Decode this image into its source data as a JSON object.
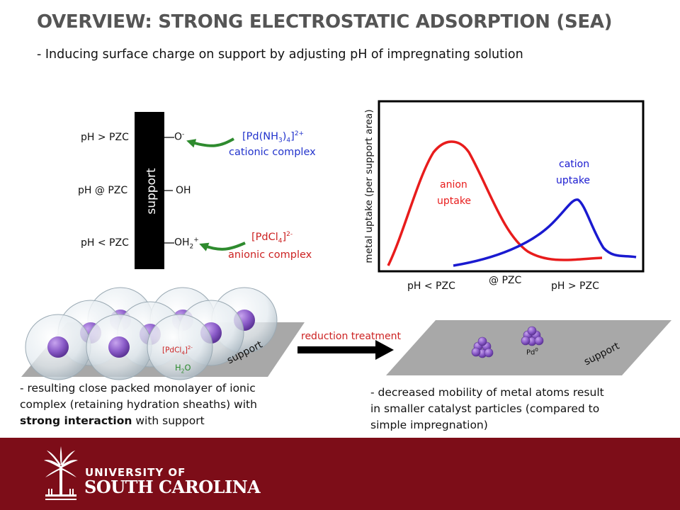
{
  "title": "OVERVIEW: STRONG ELECTROSTATIC ADSORPTION (SEA)",
  "subtitle": "- Inducing surface charge on support by adjusting pH of impregnating solution",
  "support_diagram": {
    "support_label": "support",
    "rows": [
      {
        "ph": "pH > PZC",
        "group_base": "O",
        "group_sup": "-"
      },
      {
        "ph": "pH @ PZC",
        "group_base": "OH",
        "group_sup": ""
      },
      {
        "ph": "pH < PZC",
        "group_base": "OH",
        "group_sub": "2",
        "group_sup": "+"
      }
    ],
    "cation_formula": {
      "a": "[Pd(NH",
      "sub1": "3",
      "b": ")",
      "sub2": "4",
      "c": "]",
      "sup": "2+"
    },
    "cation_label": "cationic complex",
    "anion_formula": {
      "a": "[PdCl",
      "sub": "4",
      "b": "]",
      "sup": "2-"
    },
    "anion_label": "anionic complex",
    "colors": {
      "cation": "#2233cc",
      "anion": "#cc2222",
      "arrow": "#2e8b2e",
      "support": "#000000"
    }
  },
  "chart": {
    "ylabel": "metal uptake (per support area)",
    "x_ticks": [
      "pH < PZC",
      "@ PZC",
      "pH > PZC"
    ],
    "anion_label_1": "anion",
    "anion_label_2": "uptake",
    "cation_label_1": "cation",
    "cation_label_2": "uptake",
    "colors": {
      "anion": "#e81c1c",
      "cation": "#1a1ad0"
    }
  },
  "monolayer": {
    "complex_formula": {
      "a": "[PdCl",
      "sub": "4",
      "b": "]",
      "sup": "2-"
    },
    "water_formula": {
      "a": "H",
      "sub": "2",
      "b": "O"
    },
    "support_label": "support"
  },
  "reduction": {
    "label": "reduction treatment",
    "particle_label": {
      "a": "Pd",
      "sup": "0"
    },
    "support_label": "support"
  },
  "left_text": {
    "line1": "- resulting close packed monolayer of ionic",
    "line2": "complex (retaining hydration sheaths) with",
    "line3_bold": "strong interaction",
    "line3_rest": " with support"
  },
  "right_text": {
    "line1": "- decreased mobility of metal atoms result",
    "line2": "in smaller catalyst particles (compared to",
    "line3": "simple impregnation)"
  },
  "footer": {
    "line1": "UNIVERSITY OF",
    "line2": "SOUTH CAROLINA"
  }
}
